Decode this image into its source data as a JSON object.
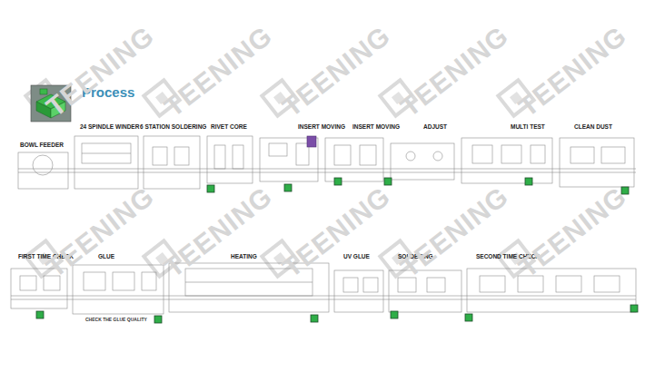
{
  "diagram": {
    "title": "Process",
    "labels": [
      "BOWL FEEDER",
      "24 SPINDLE WINDER",
      "6 STATION SOLDERING",
      "RIVET CORE",
      "INSERT MOVING",
      "INSERT MOVING",
      "ADJUST",
      "MULTI TEST",
      "CLEAN DUST",
      "FIRST TIME CHECK",
      "GLUE",
      "HEATING",
      "UV GLUE",
      "SOLDERING",
      "SECOND TIME CHECK",
      "CHECK THE GLUE QUALITY",
      "TEENING",
      "TEENING",
      "TEENING",
      "TEENING",
      "TEENING",
      "TEENING",
      "TEENING",
      "TEENING",
      "TEENING",
      "TEENING"
    ]
  }
}
